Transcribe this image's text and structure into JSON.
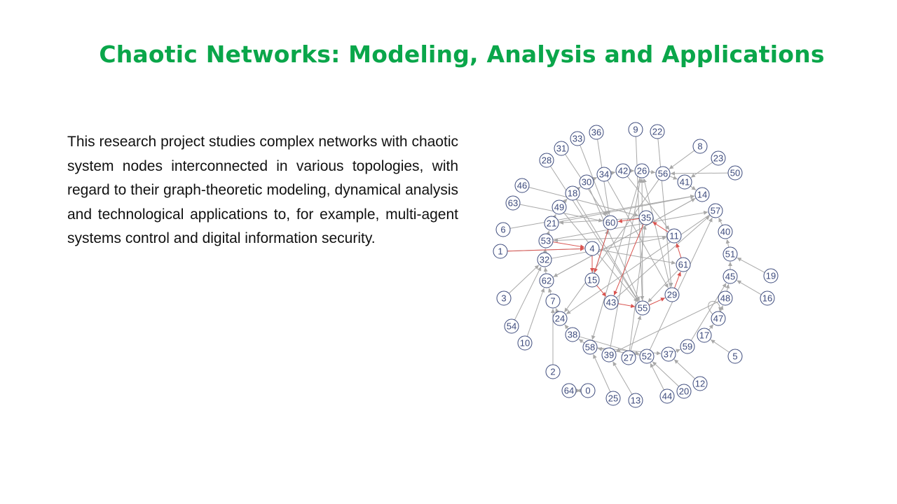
{
  "slide": {
    "title": "Chaotic Networks: Modeling, Analysis and Applications",
    "body": "This research project studies complex networks with chaotic system nodes interconnected in various topologies, with regard to their graph-theoretic modeling, dynamical analysis and technological applications to, for example, multi-agent systems control and digital information security."
  },
  "colors": {
    "title": "#0aa64a",
    "body_text": "#111111",
    "node_border": "#3c4a7c",
    "node_label": "#3c4a7c",
    "edge": "#a8a8a8",
    "highlight_edge": "#d9534f"
  },
  "network": {
    "nodes": [
      "0",
      "1",
      "2",
      "3",
      "4",
      "5",
      "6",
      "7",
      "8",
      "9",
      "10",
      "11",
      "12",
      "13",
      "14",
      "15",
      "16",
      "17",
      "18",
      "19",
      "20",
      "21",
      "22",
      "23",
      "24",
      "25",
      "26",
      "27",
      "28",
      "29",
      "30",
      "31",
      "32",
      "33",
      "34",
      "35",
      "36",
      "37",
      "38",
      "39",
      "40",
      "41",
      "42",
      "43",
      "44",
      "45",
      "46",
      "47",
      "48",
      "49",
      "50",
      "51",
      "52",
      "53",
      "54",
      "55",
      "56",
      "57",
      "59",
      "60",
      "61",
      "62",
      "63",
      "64",
      "58"
    ],
    "edges": [
      [
        "64",
        "0"
      ],
      [
        "0",
        "64"
      ],
      [
        "1",
        "4"
      ],
      [
        "2",
        "7"
      ],
      [
        "3",
        "32"
      ],
      [
        "54",
        "32"
      ],
      [
        "10",
        "62"
      ],
      [
        "5",
        "17"
      ],
      [
        "19",
        "51"
      ],
      [
        "16",
        "45"
      ],
      [
        "12",
        "37"
      ],
      [
        "20",
        "52"
      ],
      [
        "44",
        "52"
      ],
      [
        "13",
        "39"
      ],
      [
        "25",
        "58"
      ],
      [
        "6",
        "14"
      ],
      [
        "63",
        "60"
      ],
      [
        "46",
        "35"
      ],
      [
        "28",
        "55"
      ],
      [
        "31",
        "60"
      ],
      [
        "33",
        "60"
      ],
      [
        "36",
        "60"
      ],
      [
        "9",
        "55"
      ],
      [
        "22",
        "29"
      ],
      [
        "8",
        "56"
      ],
      [
        "23",
        "41"
      ],
      [
        "50",
        "56"
      ],
      [
        "30",
        "55"
      ],
      [
        "34",
        "29"
      ],
      [
        "42",
        "11"
      ],
      [
        "26",
        "58"
      ],
      [
        "56",
        "24"
      ],
      [
        "41",
        "14"
      ],
      [
        "14",
        "62"
      ],
      [
        "57",
        "24"
      ],
      [
        "40",
        "57"
      ],
      [
        "51",
        "40"
      ],
      [
        "45",
        "51"
      ],
      [
        "48",
        "45"
      ],
      [
        "47",
        "48"
      ],
      [
        "17",
        "47"
      ],
      [
        "59",
        "45"
      ],
      [
        "37",
        "59"
      ],
      [
        "52",
        "57"
      ],
      [
        "27",
        "35"
      ],
      [
        "39",
        "26"
      ],
      [
        "58",
        "38"
      ],
      [
        "38",
        "24"
      ],
      [
        "24",
        "7"
      ],
      [
        "7",
        "62"
      ],
      [
        "62",
        "32"
      ],
      [
        "32",
        "53"
      ],
      [
        "53",
        "21"
      ],
      [
        "21",
        "49"
      ],
      [
        "49",
        "18"
      ],
      [
        "18",
        "30"
      ],
      [
        "30",
        "34"
      ],
      [
        "34",
        "42"
      ],
      [
        "42",
        "26"
      ],
      [
        "26",
        "56"
      ],
      [
        "56",
        "41"
      ],
      [
        "49",
        "55"
      ],
      [
        "21",
        "14"
      ],
      [
        "53",
        "57"
      ],
      [
        "18",
        "55"
      ],
      [
        "15",
        "60"
      ],
      [
        "43",
        "57"
      ],
      [
        "55",
        "26"
      ],
      [
        "29",
        "26"
      ],
      [
        "61",
        "55"
      ],
      [
        "11",
        "53"
      ],
      [
        "35",
        "21"
      ],
      [
        "4",
        "61"
      ],
      [
        "32",
        "11"
      ],
      [
        "62",
        "14"
      ],
      [
        "38",
        "52"
      ],
      [
        "58",
        "37"
      ],
      [
        "27",
        "55"
      ],
      [
        "48",
        "39"
      ],
      [
        "52",
        "58"
      ]
    ],
    "highlight_edges": [
      [
        "1",
        "4"
      ],
      [
        "4",
        "15"
      ],
      [
        "15",
        "43"
      ],
      [
        "43",
        "55"
      ],
      [
        "55",
        "29"
      ],
      [
        "29",
        "61"
      ],
      [
        "61",
        "11"
      ],
      [
        "11",
        "35"
      ],
      [
        "35",
        "60"
      ],
      [
        "60",
        "15"
      ],
      [
        "53",
        "4"
      ],
      [
        "35",
        "43"
      ]
    ],
    "self_loops": [
      "47"
    ]
  }
}
